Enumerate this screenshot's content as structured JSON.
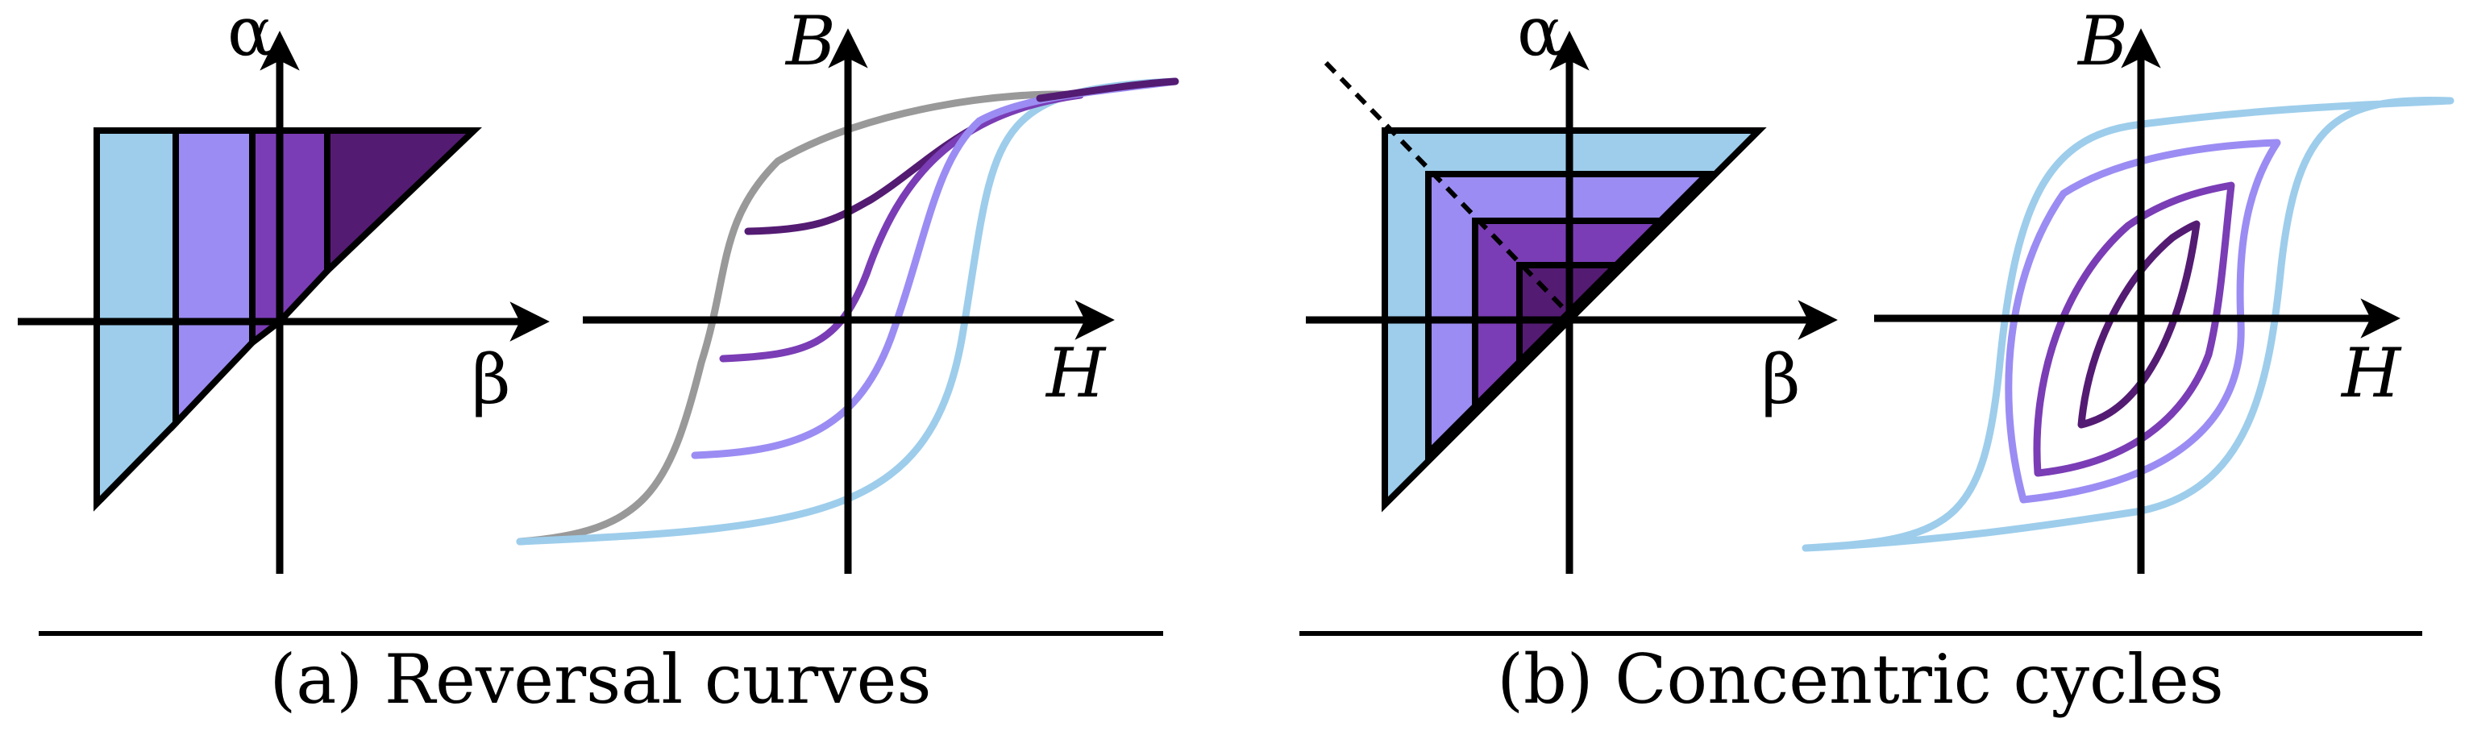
{
  "colors": {
    "light_blue": "#9dcdeb",
    "lavender": "#9b8cf3",
    "medium_purple": "#7a3db5",
    "dark_purple": "#541b73",
    "gray": "#999999",
    "black": "#000000"
  },
  "panel_a": {
    "preisach_plane": {
      "vertical_label": "α",
      "horizontal_label": "β"
    },
    "hysteresis_plot": {
      "vertical_label": "B",
      "horizontal_label": "H"
    },
    "caption": "(a) Reversal curves"
  },
  "panel_b": {
    "preisach_plane": {
      "vertical_label": "α",
      "horizontal_label": "β"
    },
    "hysteresis_plot": {
      "vertical_label": "B",
      "horizontal_label": "H"
    },
    "caption": "(b) Concentric cycles"
  }
}
